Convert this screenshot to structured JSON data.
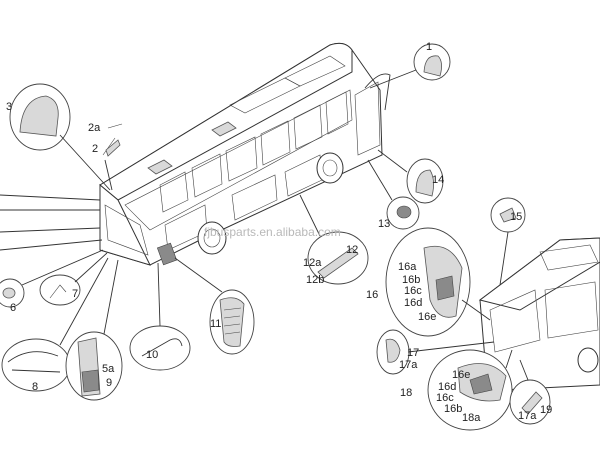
{
  "watermark": "fjbusparts.en.alibaba.com",
  "labels": {
    "l1": "1",
    "l2": "2",
    "l2a": "2a",
    "l3": "3",
    "l5a": "5a",
    "l6": "6",
    "l7": "7",
    "l8": "8",
    "l9": "9",
    "l10": "10",
    "l11": "11",
    "l12": "12",
    "l12a": "12a",
    "l12b": "12b",
    "l13": "13",
    "l14": "14",
    "l15": "15",
    "l16": "16",
    "l16a": "16a",
    "l16b": "16b",
    "l16c": "16c",
    "l16d": "16d",
    "l16e": "16e",
    "l17": "17",
    "l17a": "17a",
    "l18": "18",
    "l18a": "18a",
    "l18b": "16b",
    "l18c": "16c",
    "l18d": "16d",
    "l18e": "16e",
    "l19": "19",
    "l19a": "17a"
  }
}
